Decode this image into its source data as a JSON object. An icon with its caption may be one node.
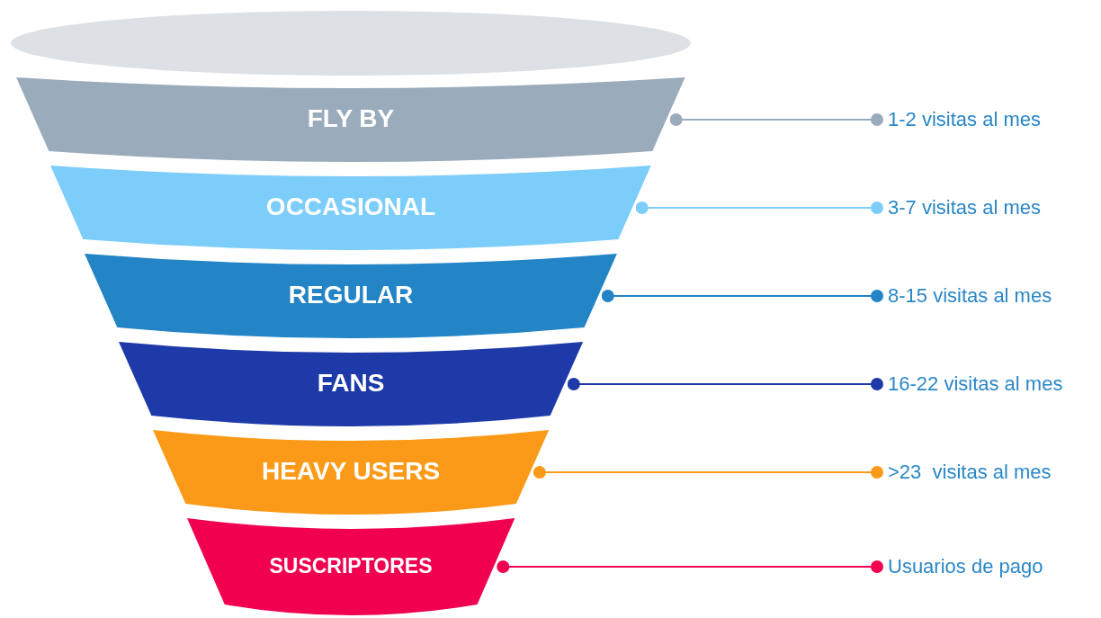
{
  "diagram": {
    "nodes": [
      {
        "text": [
          "FLY BY"
        ]
      },
      {
        "text": [
          "OCCASIONAL"
        ]
      },
      {
        "text": [
          "REGULAR"
        ]
      },
      {
        "text": [
          "FANS"
        ]
      },
      {
        "text": [
          "HEAVY USERS"
        ]
      },
      {
        "text": [
          "SUSCRIPTORES"
        ]
      },
      {
        "text": [
          "1-2 visitas al mes"
        ]
      },
      {
        "text": [
          "3-7 visitas al mes"
        ]
      },
      {
        "text": [
          "8-15 visitas al mes"
        ]
      },
      {
        "text": [
          "16-22 visitas al mes"
        ]
      },
      {
        "text": [
          ">23  visitas al mes"
        ]
      },
      {
        "text": [
          "Usuarios de pago"
        ]
      },
      {
        "text": [],
        "shape": "ellipse"
      }
    ],
    "edges": [
      {
        "from": 6,
        "to": 0,
        "arrow": "other",
        "color": "#9aabbc"
      },
      {
        "from": 7,
        "to": 1,
        "arrow": "other",
        "color": "#7dcdfb"
      },
      {
        "from": 8,
        "to": 2,
        "arrow": "other",
        "color": "#2384c6"
      },
      {
        "from": 9,
        "to": 3,
        "arrow": "other",
        "color": "#1e3aa8"
      },
      {
        "from": 10,
        "to": 4,
        "arrow": "other",
        "color": "#fb9a18"
      },
      {
        "from": 11,
        "to": 5,
        "arrow": "other",
        "color": "#f0004f"
      }
    ]
  }
}
